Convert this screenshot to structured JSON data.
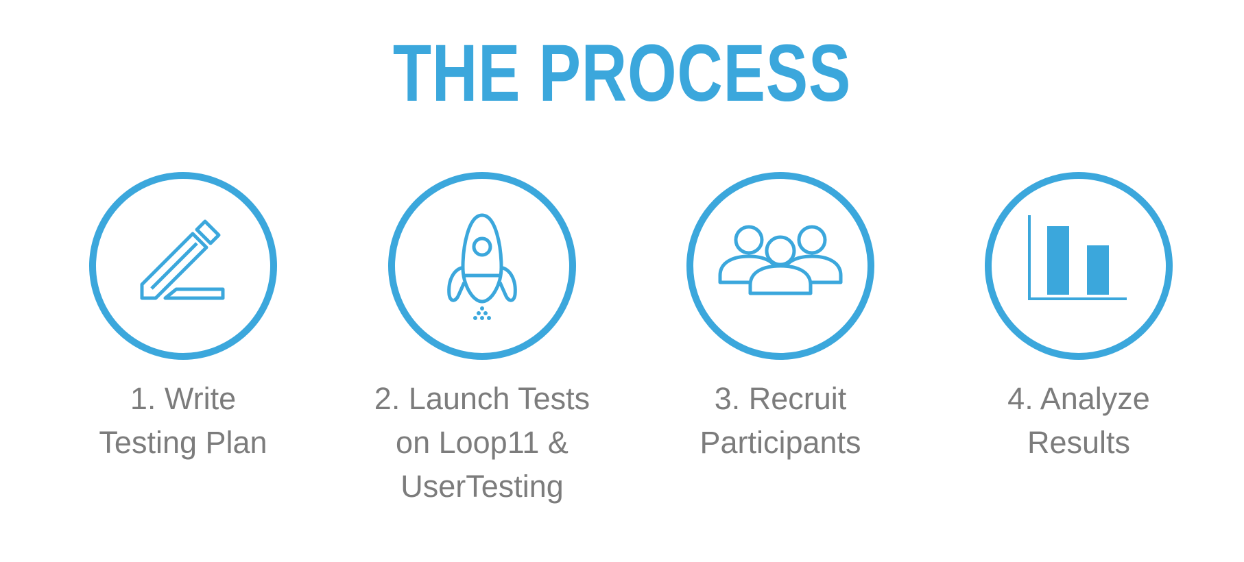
{
  "title": "THE PROCESS",
  "colors": {
    "accent": "#3ba7dc",
    "label": "#7c7c7c"
  },
  "steps": [
    {
      "icon": "pencil-icon",
      "lines": [
        "1. Write",
        "Testing Plan"
      ]
    },
    {
      "icon": "rocket-icon",
      "lines": [
        "2. Launch Tests",
        "on Loop11 &",
        "UserTesting"
      ]
    },
    {
      "icon": "people-icon",
      "lines": [
        "3. Recruit",
        "Participants"
      ]
    },
    {
      "icon": "bar-chart-icon",
      "lines": [
        "4. Analyze",
        "Results"
      ]
    }
  ]
}
